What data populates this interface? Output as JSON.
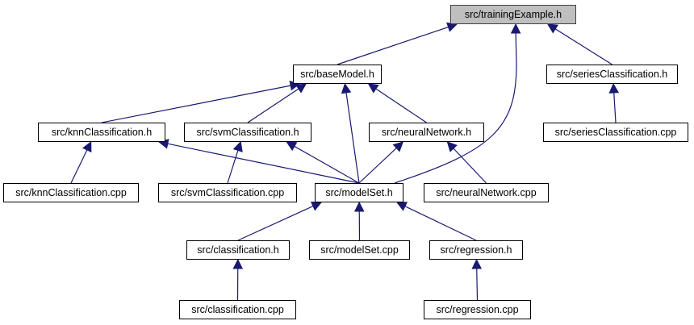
{
  "graph": {
    "edge_color": "#191970",
    "root_fill": "#bfbfbf",
    "node_fill": "#ffffff",
    "nodes": {
      "training_example_h": "src/trainingExample.h",
      "base_model_h": "src/baseModel.h",
      "series_classification_h": "src/seriesClassification.h",
      "knn_classification_h": "src/knnClassification.h",
      "svm_classification_h": "src/svmClassification.h",
      "neural_network_h": "src/neuralNetwork.h",
      "series_classification_cpp": "src/seriesClassification.cpp",
      "knn_classification_cpp": "src/knnClassification.cpp",
      "svm_classification_cpp": "src/svmClassification.cpp",
      "model_set_h": "src/modelSet.h",
      "neural_network_cpp": "src/neuralNetwork.cpp",
      "classification_h": "src/classification.h",
      "model_set_cpp": "src/modelSet.cpp",
      "regression_h": "src/regression.h",
      "classification_cpp": "src/classification.cpp",
      "regression_cpp": "src/regression.cpp"
    },
    "edges": [
      {
        "from": "base_model_h",
        "to": "training_example_h"
      },
      {
        "from": "model_set_h",
        "to": "training_example_h"
      },
      {
        "from": "series_classification_h",
        "to": "training_example_h"
      },
      {
        "from": "knn_classification_h",
        "to": "base_model_h"
      },
      {
        "from": "svm_classification_h",
        "to": "base_model_h"
      },
      {
        "from": "model_set_h",
        "to": "base_model_h"
      },
      {
        "from": "neural_network_h",
        "to": "base_model_h"
      },
      {
        "from": "series_classification_cpp",
        "to": "series_classification_h"
      },
      {
        "from": "knn_classification_cpp",
        "to": "knn_classification_h"
      },
      {
        "from": "model_set_h",
        "to": "knn_classification_h"
      },
      {
        "from": "svm_classification_cpp",
        "to": "svm_classification_h"
      },
      {
        "from": "model_set_h",
        "to": "svm_classification_h"
      },
      {
        "from": "model_set_h",
        "to": "neural_network_h"
      },
      {
        "from": "neural_network_cpp",
        "to": "neural_network_h"
      },
      {
        "from": "classification_h",
        "to": "model_set_h"
      },
      {
        "from": "model_set_cpp",
        "to": "model_set_h"
      },
      {
        "from": "regression_h",
        "to": "model_set_h"
      },
      {
        "from": "classification_cpp",
        "to": "classification_h"
      },
      {
        "from": "regression_cpp",
        "to": "regression_h"
      }
    ]
  }
}
